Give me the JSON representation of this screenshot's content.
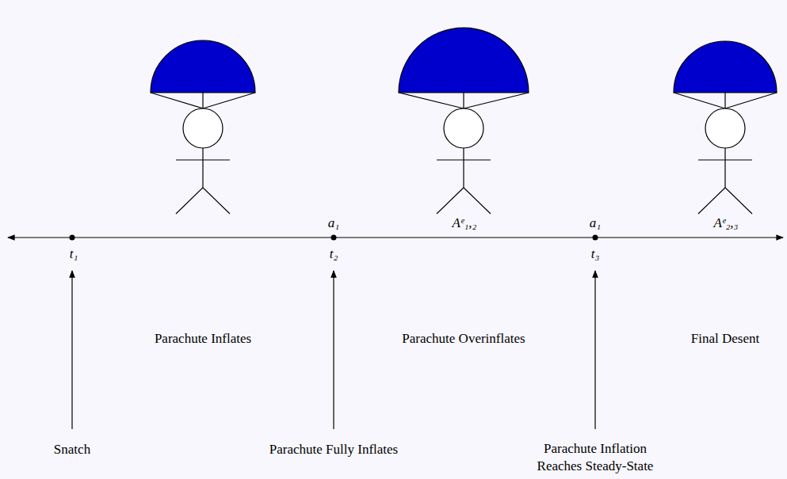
{
  "diagram": {
    "labels": [
      "a₁",
      "Aᵉ₁,₂",
      "a₁",
      "Aᵉ₂,₃",
      "t₁",
      "t₂",
      "t₃",
      "Parachute Inflates",
      "Parachute Overinflates",
      "Final Desent",
      "Snatch",
      "Parachute Fully Inflates",
      "Parachute Inflation Reaches Steady-State"
    ]
  }
}
